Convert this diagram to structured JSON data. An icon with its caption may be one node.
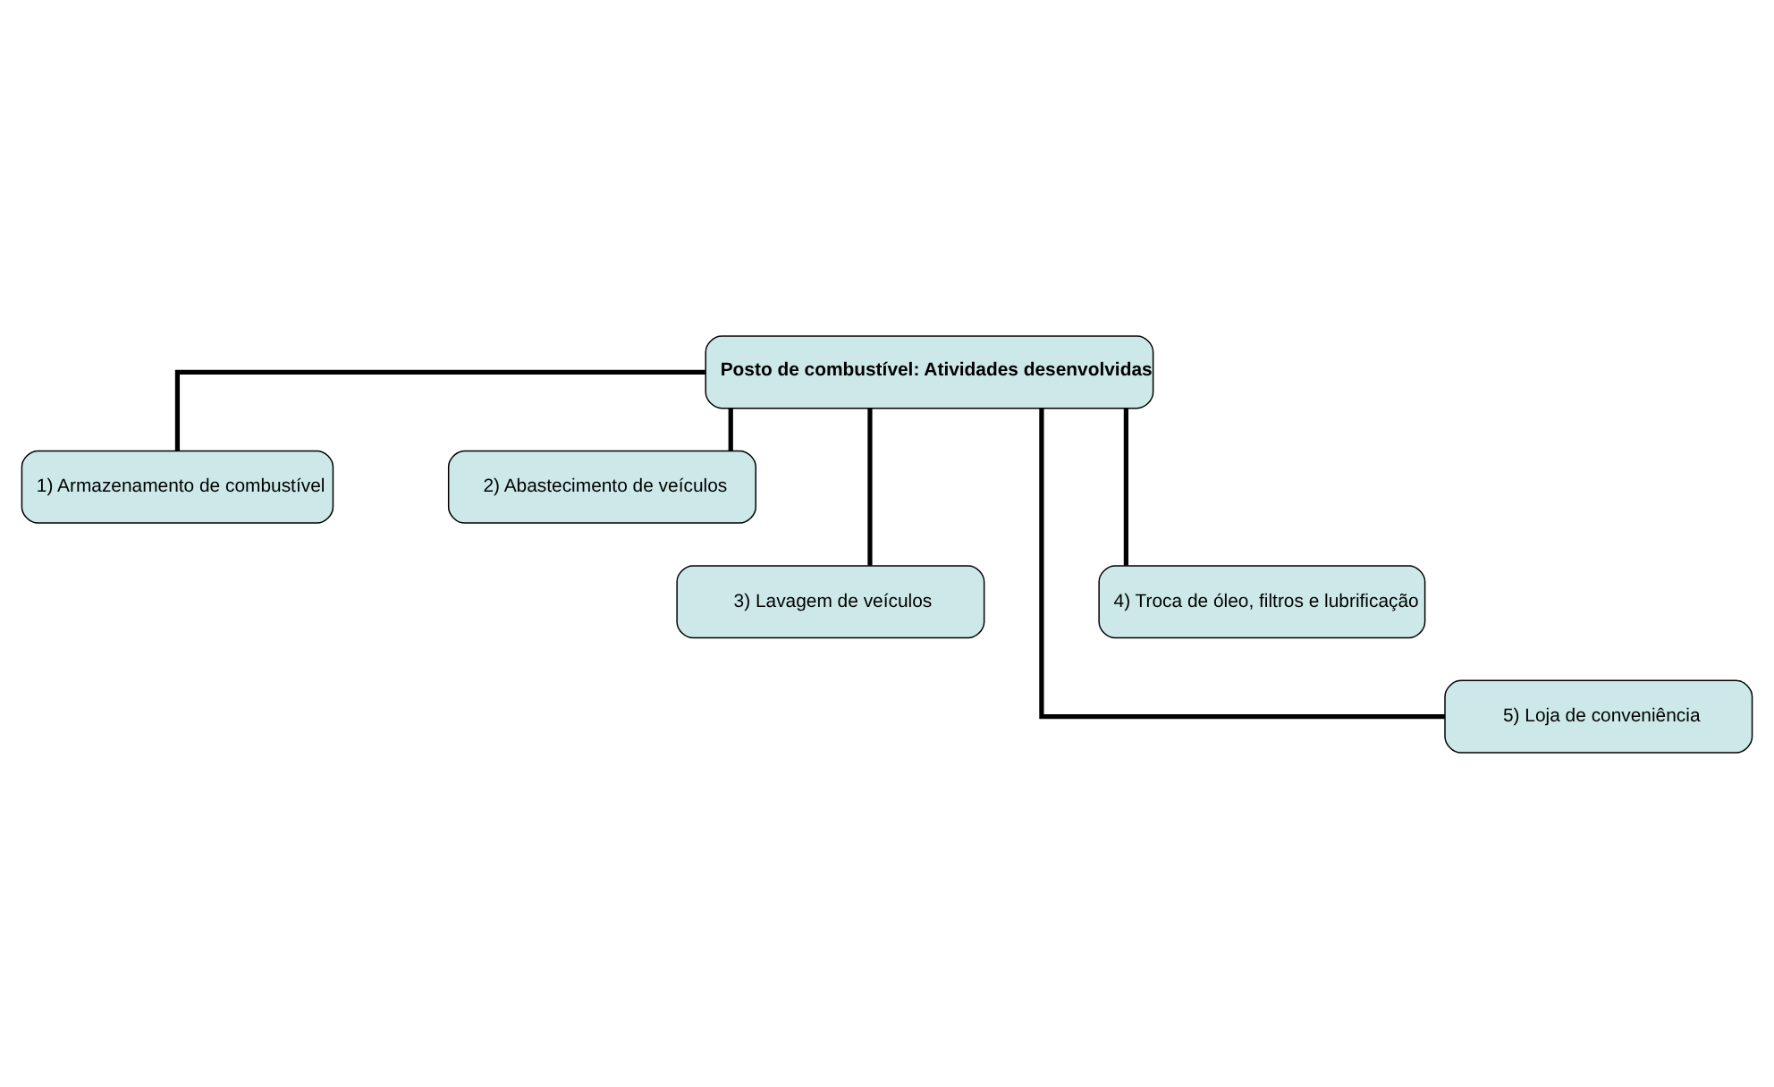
{
  "diagram": {
    "nodes": [
      {
        "text": [
          "Posto de combustível: Atividades desenvolvidas"
        ]
      },
      {
        "text": [
          "1) Armazenamento de combustível"
        ]
      },
      {
        "text": [
          "2) Abastecimento de veículos"
        ]
      },
      {
        "text": [
          "3) Lavagem de veículos"
        ]
      },
      {
        "text": [
          "4) Troca de óleo, filtros e lubrificação"
        ]
      },
      {
        "text": [
          "5) Loja de conveniência"
        ]
      }
    ],
    "edges": [
      {
        "from": 0,
        "to": 1,
        "arrow": "none"
      },
      {
        "from": 0,
        "to": 2,
        "arrow": "none"
      },
      {
        "from": 0,
        "to": 3,
        "arrow": "none"
      },
      {
        "from": 0,
        "to": 4,
        "arrow": "none"
      },
      {
        "from": 0,
        "to": 5,
        "arrow": "none"
      }
    ]
  }
}
